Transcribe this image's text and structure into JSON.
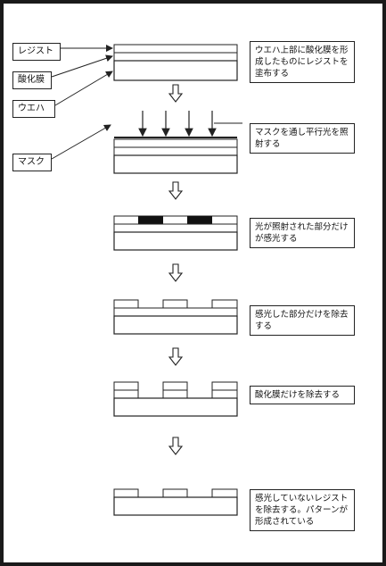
{
  "labels": {
    "resist": "レジスト",
    "oxide": "酸化膜",
    "wafer": "ウエハ",
    "mask": "マスク"
  },
  "steps": [
    {
      "lines": [
        "ウエハ上部に酸化膜を形",
        "成したものにレジストを",
        "塗布する"
      ]
    },
    {
      "lines": [
        "マスクを通し平行光を照",
        "射する"
      ]
    },
    {
      "lines": [
        "光が照射された部分だけ",
        "が感光する"
      ]
    },
    {
      "lines": [
        "感光した部分だけを除去",
        "する"
      ]
    },
    {
      "lines": [
        "酸化膜だけを除去する"
      ]
    },
    {
      "lines": [
        "感光していないレジスト",
        "を除去する。パターンが",
        "形成されている"
      ]
    }
  ]
}
